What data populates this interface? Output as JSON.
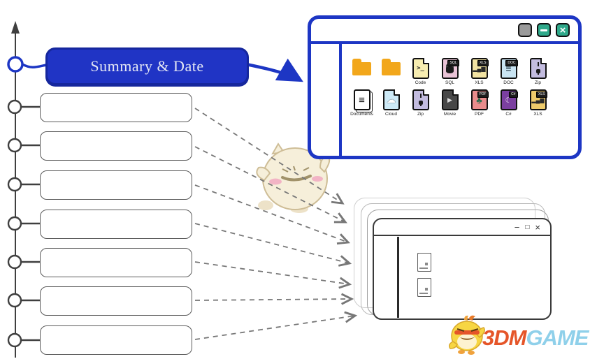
{
  "timeline": {
    "summary_label": "Summary & Date"
  },
  "file_window": {
    "icons": [
      {
        "name": "folder-icon",
        "label": "",
        "badge": ""
      },
      {
        "name": "folder-icon",
        "label": "",
        "badge": ""
      },
      {
        "name": "code-file-icon",
        "label": "Code",
        "badge": ""
      },
      {
        "name": "sql-file-icon",
        "label": "SQL",
        "badge": "SQL"
      },
      {
        "name": "xls-file-icon",
        "label": "XLS",
        "badge": "XLS"
      },
      {
        "name": "doc-file-icon",
        "label": "DOC",
        "badge": "DOC"
      },
      {
        "name": "zip-file-icon",
        "label": "Zip",
        "badge": ""
      },
      {
        "name": "documents-icon",
        "label": "Documents",
        "badge": ""
      },
      {
        "name": "cloud-file-icon",
        "label": "Cloud",
        "badge": ""
      },
      {
        "name": "zip-file-icon",
        "label": "Zip",
        "badge": ""
      },
      {
        "name": "movie-file-icon",
        "label": "Movie",
        "badge": ""
      },
      {
        "name": "pdf-file-icon",
        "label": "PDF",
        "badge": "PDF"
      },
      {
        "name": "csharp-file-icon",
        "label": "C#",
        "badge": "C#"
      },
      {
        "name": "xls-file-icon",
        "label": "XLS",
        "badge": "XLS"
      }
    ]
  },
  "doc_window": {
    "minimize": "−",
    "maximize": "□",
    "close": "×"
  },
  "watermark": {
    "brand_3dm": "3DM",
    "brand_game": "GAME"
  },
  "colors": {
    "accent_blue": "#1d36c4",
    "summary_fill": "#2034c5",
    "folder_orange": "#f2a71b",
    "button_green": "#2fa98a",
    "brand_orange": "#e55529",
    "brand_blue": "#8fd0ea"
  }
}
